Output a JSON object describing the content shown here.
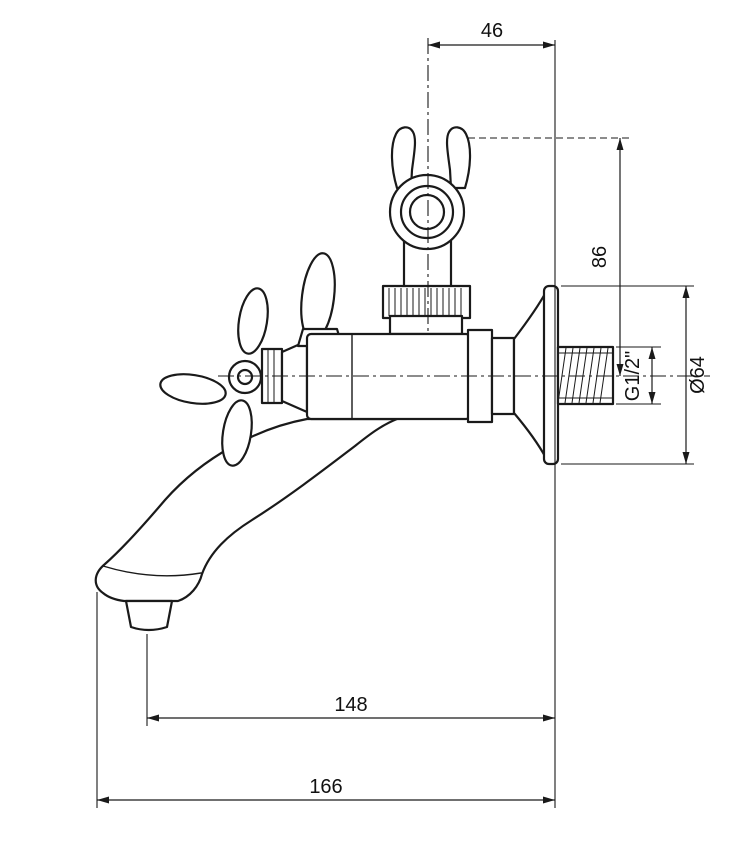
{
  "page": {
    "background": "#ffffff",
    "ink_color": "#1a1a1a"
  },
  "drawing": {
    "dimensions": {
      "top_offset": "46",
      "holder_height": "86",
      "thread": "G1/2\"",
      "flange_diameter": "Ø64",
      "spout_reach": "148",
      "overall_reach": "166"
    }
  }
}
